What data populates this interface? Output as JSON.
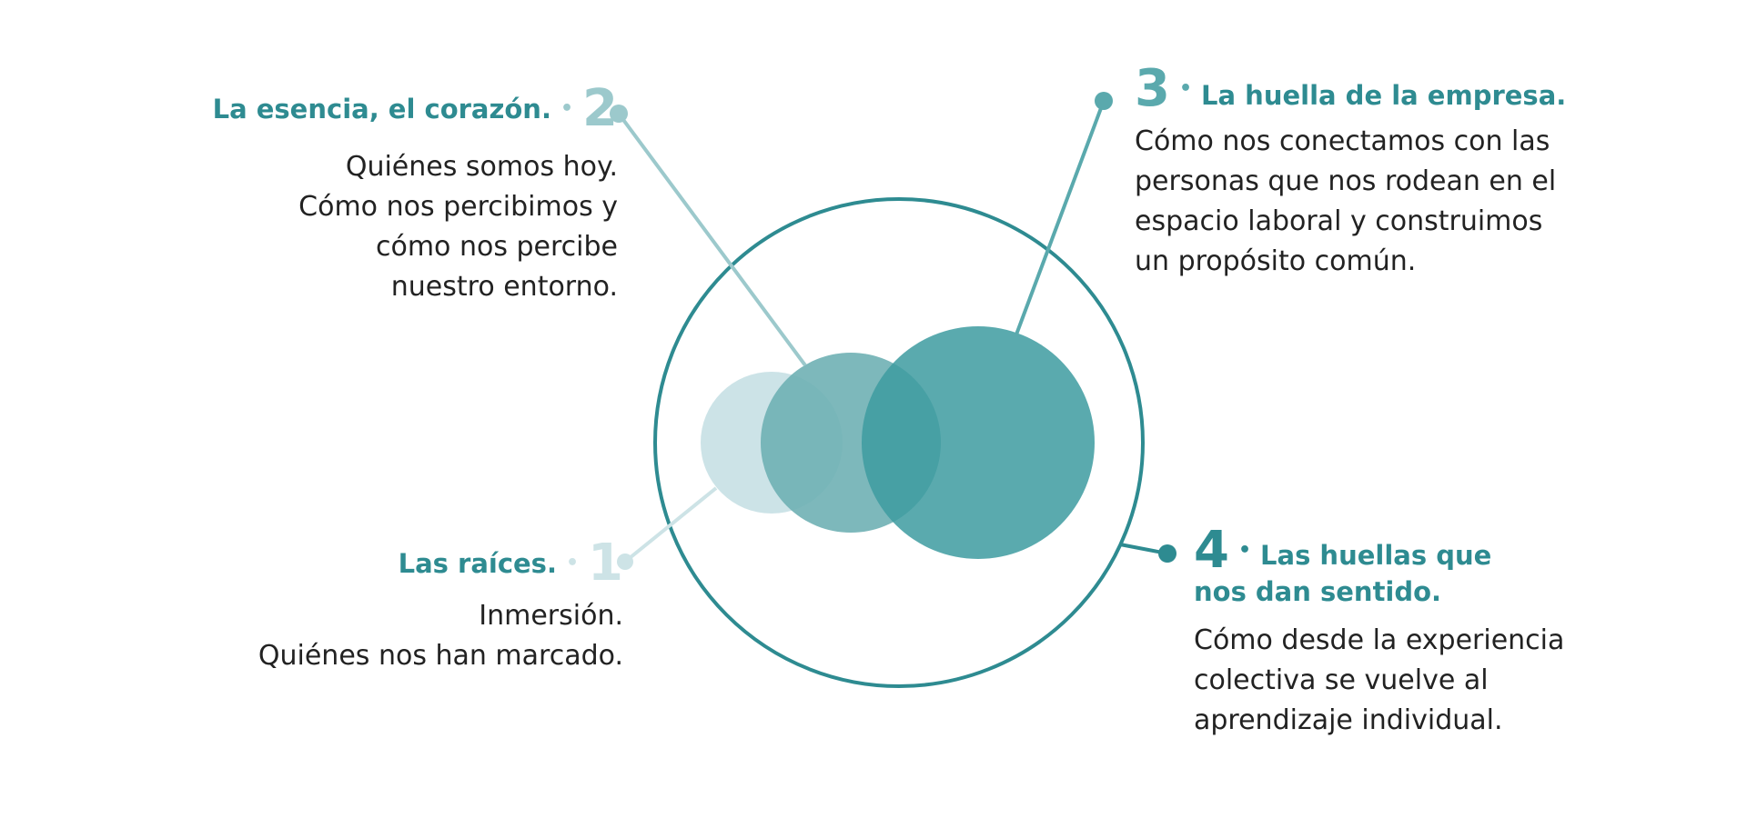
{
  "colors": {
    "outer_ring": "#2e8b91",
    "circle_1": "#c6e0e4",
    "circle_2": "#6fb0b4",
    "circle_3": "#3d9ba0",
    "line_1": "#cde3e6",
    "line_2": "#9cc9cc",
    "line_3": "#5aa9ad",
    "line_4": "#2e8b91",
    "heading_text": "#2e8b91",
    "body_text": "#222222"
  },
  "items": [
    {
      "number": "1",
      "title": "Las raíces.",
      "lines": [
        "Inmersión.",
        "Quiénes nos han marcado."
      ]
    },
    {
      "number": "2",
      "title": "La esencia, el corazón.",
      "lines": [
        "Quiénes somos hoy.",
        "Cómo nos percibimos y",
        "cómo nos percibe",
        "nuestro entorno."
      ]
    },
    {
      "number": "3",
      "title": "La huella de la empresa.",
      "lines": [
        "Cómo nos conectamos con las",
        "personas que nos rodean en el",
        "espacio laboral y construimos",
        "un propósito común."
      ]
    },
    {
      "number": "4",
      "title": "Las huellas que",
      "title_line2": "nos dan sentido.",
      "lines": [
        "Cómo desde la experiencia",
        "colectiva se vuelve al",
        "aprendizaje individual."
      ]
    }
  ]
}
